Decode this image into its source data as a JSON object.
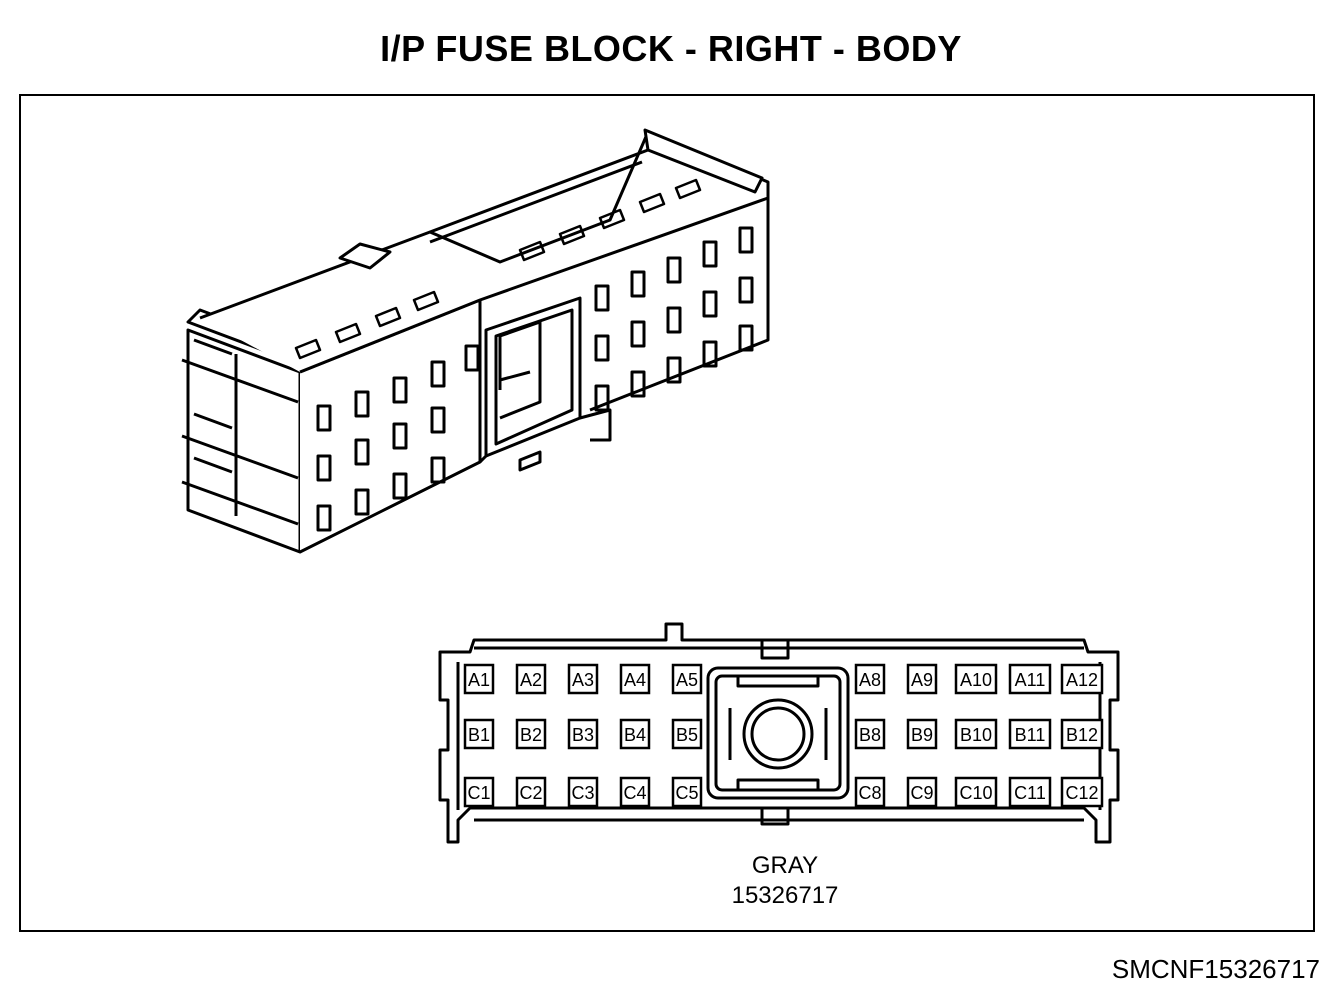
{
  "title": "I/P FUSE BLOCK - RIGHT - BODY",
  "connector": {
    "color_label": "GRAY",
    "part_number": "15326717",
    "pins_left": [
      [
        "A1",
        "A2",
        "A3",
        "A4",
        "A5"
      ],
      [
        "B1",
        "B2",
        "B3",
        "B4",
        "B5"
      ],
      [
        "C1",
        "C2",
        "C3",
        "C4",
        "C5"
      ]
    ],
    "pins_right": [
      [
        "A8",
        "A9",
        "A10",
        "A11",
        "A12"
      ],
      [
        "B8",
        "B9",
        "B10",
        "B11",
        "B12"
      ],
      [
        "C8",
        "C9",
        "C10",
        "C11",
        "C12"
      ]
    ]
  },
  "figure_code": "SMCNF15326717"
}
